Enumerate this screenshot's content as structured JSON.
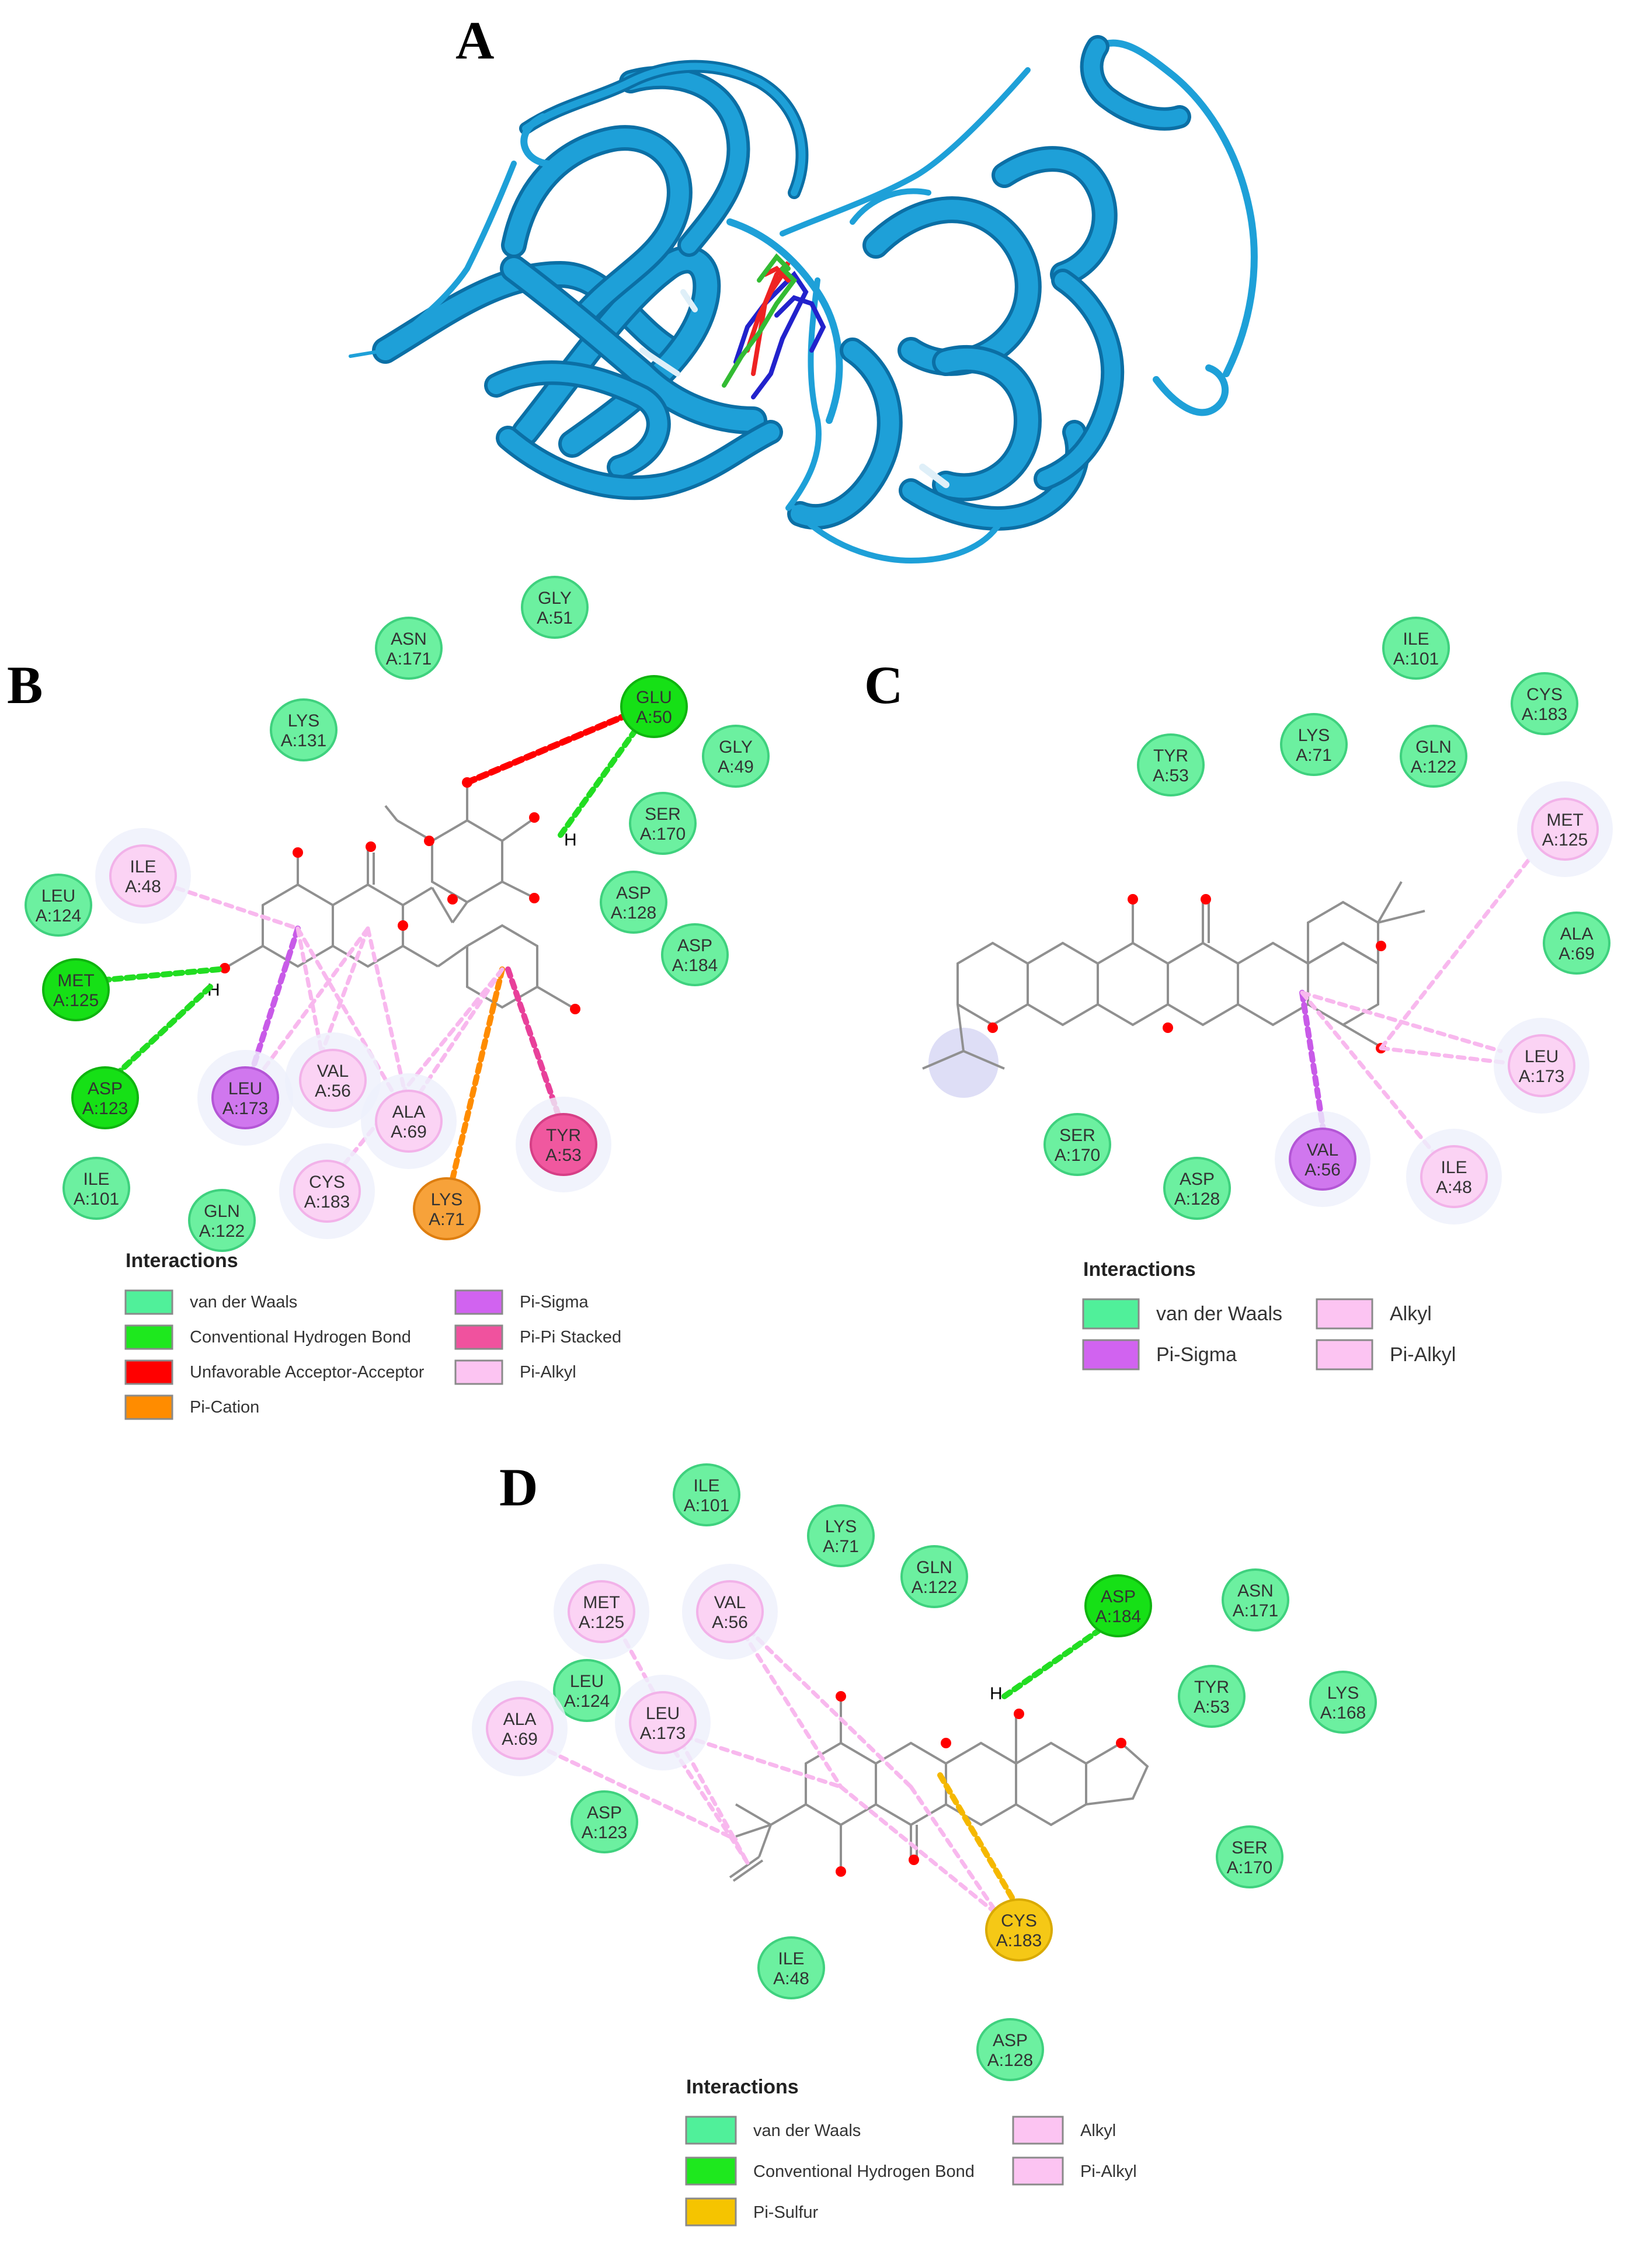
{
  "panels": {
    "A": {
      "letter": "A"
    },
    "B": {
      "letter": "B",
      "residues": [
        {
          "id": "GLY A:51",
          "l1": "GLY",
          "l2": "A:51",
          "type": "vdw"
        },
        {
          "id": "ASN A:171",
          "l1": "ASN",
          "l2": "A:171",
          "type": "vdw"
        },
        {
          "id": "GLU A:50",
          "l1": "GLU",
          "l2": "A:50",
          "type": "hbond"
        },
        {
          "id": "LYS A:131",
          "l1": "LYS",
          "l2": "A:131",
          "type": "vdw"
        },
        {
          "id": "GLY A:49",
          "l1": "GLY",
          "l2": "A:49",
          "type": "vdw"
        },
        {
          "id": "SER A:170",
          "l1": "SER",
          "l2": "A:170",
          "type": "vdw"
        },
        {
          "id": "ILE A:48",
          "l1": "ILE",
          "l2": "A:48",
          "type": "pialkyl"
        },
        {
          "id": "LEU A:124",
          "l1": "LEU",
          "l2": "A:124",
          "type": "vdw"
        },
        {
          "id": "ASP A:128",
          "l1": "ASP",
          "l2": "A:128",
          "type": "vdw"
        },
        {
          "id": "ASP A:184",
          "l1": "ASP",
          "l2": "A:184",
          "type": "vdw"
        },
        {
          "id": "MET A:125",
          "l1": "MET",
          "l2": "A:125",
          "type": "hbond"
        },
        {
          "id": "VAL A:56",
          "l1": "VAL",
          "l2": "A:56",
          "type": "pialkyl"
        },
        {
          "id": "ASP A:123",
          "l1": "ASP",
          "l2": "A:123",
          "type": "hbond"
        },
        {
          "id": "LEU A:173",
          "l1": "LEU",
          "l2": "A:173",
          "type": "pisigma"
        },
        {
          "id": "ALA A:69",
          "l1": "ALA",
          "l2": "A:69",
          "type": "pialkyl"
        },
        {
          "id": "TYR A:53",
          "l1": "TYR",
          "l2": "A:53",
          "type": "pipi"
        },
        {
          "id": "CYS A:183",
          "l1": "CYS",
          "l2": "A:183",
          "type": "pialkyl"
        },
        {
          "id": "ILE A:101",
          "l1": "ILE",
          "l2": "A:101",
          "type": "vdw"
        },
        {
          "id": "GLN A:122",
          "l1": "GLN",
          "l2": "A:122",
          "type": "vdw"
        },
        {
          "id": "LYS A:71",
          "l1": "LYS",
          "l2": "A:71",
          "type": "pication"
        }
      ],
      "legend_title": "Interactions",
      "legend": [
        {
          "label": "van der Waals",
          "color": "#50f09a"
        },
        {
          "label": "Conventional Hydrogen Bond",
          "color": "#1ee81e"
        },
        {
          "label": "Unfavorable Acceptor-Acceptor",
          "color": "#ff0000"
        },
        {
          "label": "Pi-Cation",
          "color": "#ff8c00"
        },
        {
          "label": "Pi-Sigma",
          "color": "#d163f0"
        },
        {
          "label": "Pi-Pi Stacked",
          "color": "#f0529e"
        },
        {
          "label": "Pi-Alkyl",
          "color": "#fcc4f2"
        }
      ]
    },
    "C": {
      "letter": "C",
      "residues": [
        {
          "id": "ILE A:101",
          "l1": "ILE",
          "l2": "A:101",
          "type": "vdw"
        },
        {
          "id": "CYS A:183",
          "l1": "CYS",
          "l2": "A:183",
          "type": "vdw"
        },
        {
          "id": "TYR A:53",
          "l1": "TYR",
          "l2": "A:53",
          "type": "vdw"
        },
        {
          "id": "LYS A:71",
          "l1": "LYS",
          "l2": "A:71",
          "type": "vdw"
        },
        {
          "id": "GLN A:122",
          "l1": "GLN",
          "l2": "A:122",
          "type": "vdw"
        },
        {
          "id": "MET A:125",
          "l1": "MET",
          "l2": "A:125",
          "type": "alkyl"
        },
        {
          "id": "ALA A:69",
          "l1": "ALA",
          "l2": "A:69",
          "type": "vdw"
        },
        {
          "id": "LEU A:173",
          "l1": "LEU",
          "l2": "A:173",
          "type": "alkyl"
        },
        {
          "id": "SER A:170",
          "l1": "SER",
          "l2": "A:170",
          "type": "vdw"
        },
        {
          "id": "VAL A:56",
          "l1": "VAL",
          "l2": "A:56",
          "type": "pisigma"
        },
        {
          "id": "ASP A:128",
          "l1": "ASP",
          "l2": "A:128",
          "type": "vdw"
        },
        {
          "id": "ILE A:48",
          "l1": "ILE",
          "l2": "A:48",
          "type": "alkyl"
        }
      ],
      "legend_title": "Interactions",
      "legend": [
        {
          "label": "van der Waals",
          "color": "#50f09a"
        },
        {
          "label": "Pi-Sigma",
          "color": "#d163f0"
        },
        {
          "label": "Alkyl",
          "color": "#fcc4f2"
        },
        {
          "label": "Pi-Alkyl",
          "color": "#fcc4f2"
        }
      ]
    },
    "D": {
      "letter": "D",
      "residues": [
        {
          "id": "ILE A:101",
          "l1": "ILE",
          "l2": "A:101",
          "type": "vdw"
        },
        {
          "id": "LYS A:71",
          "l1": "LYS",
          "l2": "A:71",
          "type": "vdw"
        },
        {
          "id": "GLN A:122",
          "l1": "GLN",
          "l2": "A:122",
          "type": "vdw"
        },
        {
          "id": "ASP A:184",
          "l1": "ASP",
          "l2": "A:184",
          "type": "hbond"
        },
        {
          "id": "ASN A:171",
          "l1": "ASN",
          "l2": "A:171",
          "type": "vdw"
        },
        {
          "id": "MET A:125",
          "l1": "MET",
          "l2": "A:125",
          "type": "alkyl"
        },
        {
          "id": "VAL A:56",
          "l1": "VAL",
          "l2": "A:56",
          "type": "alkyl"
        },
        {
          "id": "LEU A:124",
          "l1": "LEU",
          "l2": "A:124",
          "type": "vdw"
        },
        {
          "id": "TYR A:53",
          "l1": "TYR",
          "l2": "A:53",
          "type": "vdw"
        },
        {
          "id": "LYS A:168",
          "l1": "LYS",
          "l2": "A:168",
          "type": "vdw"
        },
        {
          "id": "ALA A:69",
          "l1": "ALA",
          "l2": "A:69",
          "type": "alkyl"
        },
        {
          "id": "LEU A:173",
          "l1": "LEU",
          "l2": "A:173",
          "type": "alkyl"
        },
        {
          "id": "ASP A:123",
          "l1": "ASP",
          "l2": "A:123",
          "type": "vdw"
        },
        {
          "id": "SER A:170",
          "l1": "SER",
          "l2": "A:170",
          "type": "vdw"
        },
        {
          "id": "CYS A:183",
          "l1": "CYS",
          "l2": "A:183",
          "type": "pisulfur"
        },
        {
          "id": "ILE A:48",
          "l1": "ILE",
          "l2": "A:48",
          "type": "vdw"
        },
        {
          "id": "ASP A:128",
          "l1": "ASP",
          "l2": "A:128",
          "type": "vdw"
        }
      ],
      "legend_title": "Interactions",
      "legend": [
        {
          "label": "van der Waals",
          "color": "#50f09a"
        },
        {
          "label": "Conventional Hydrogen Bond",
          "color": "#1ee81e"
        },
        {
          "label": "Pi-Sulfur",
          "color": "#f5c400"
        },
        {
          "label": "Alkyl",
          "color": "#fcc4f2"
        },
        {
          "label": "Pi-Alkyl",
          "color": "#fcc4f2"
        }
      ]
    }
  },
  "atoms": {
    "hydrogen": "H"
  },
  "type_colors": {
    "vdw": {
      "fill": "#6cf0a0",
      "stroke": "#3fd17e"
    },
    "hbond": {
      "fill": "#16e016",
      "stroke": "#0fb40f"
    },
    "pialkyl": {
      "fill": "#fbd3f4",
      "stroke": "#f2b2e9"
    },
    "alkyl": {
      "fill": "#fbd3f4",
      "stroke": "#f2b2e9"
    },
    "pisigma": {
      "fill": "#d077ee",
      "stroke": "#b456d6"
    },
    "pipi": {
      "fill": "#f0589f",
      "stroke": "#d63f86"
    },
    "pication": {
      "fill": "#f7a23a",
      "stroke": "#de7e10"
    },
    "pisulfur": {
      "fill": "#f5c816",
      "stroke": "#d9aa00"
    }
  }
}
